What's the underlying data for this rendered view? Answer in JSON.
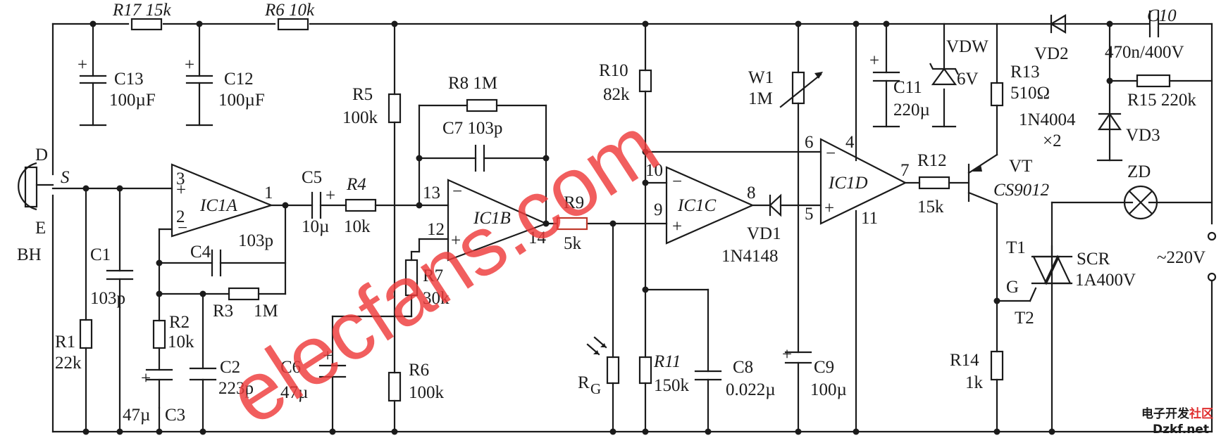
{
  "watermark": "elecfans.com",
  "corner_logo": {
    "line1_black": "电子开发",
    "line1_red": "社区",
    "line2": "Dzkf.net"
  },
  "labels": {
    "r17": "R17 15k",
    "r6_top": "R6 10k",
    "c13": "C13",
    "c13_val": "100µF",
    "c12": "C12",
    "c12_val": "100µF",
    "bh_d": "D",
    "bh_e": "E",
    "bh": "BH",
    "bh_s": "S",
    "r1": "R1",
    "r1_val": "22k",
    "c1": "C1",
    "c1_val": "103p",
    "ic1a": "IC1A",
    "ic1a_p3": "3",
    "ic1a_p2": "2",
    "ic1a_p1": "1",
    "c4": "C4",
    "c4_val": "103p",
    "r3": "R3",
    "r3_val": "1M",
    "r2": "R2",
    "r2_val": "10k",
    "c2": "C2",
    "c2_val": "223p",
    "c3": "C3",
    "c3_val": "47µ",
    "c5": "C5",
    "c5_val": "10µ",
    "r4": "R4",
    "r4_val": "10k",
    "r5": "R5",
    "r5_val": "100k",
    "r6_bot": "R6",
    "r6_bot_val": "100k",
    "c6": "C6",
    "c6_val": "47µ",
    "r7": "R7",
    "r7_val": "30k",
    "r8": "R8 1M",
    "c7": "C7 103p",
    "ic1b": "IC1B",
    "ic1b_p13": "13",
    "ic1b_p12": "12",
    "ic1b_p14": "14",
    "r9": "R9",
    "r9_val": "5k",
    "rg": "R",
    "rg_sub": "G",
    "r10": "R10",
    "r10_val": "82k",
    "r11": "R11",
    "r11_val": "150k",
    "c8": "C8",
    "c8_val": "0.022µ",
    "ic1c": "IC1C",
    "ic1c_p10": "10",
    "ic1c_p9": "9",
    "ic1c_p8": "8",
    "vd1": "VD1",
    "vd1_val": "1N4148",
    "w1": "W1",
    "w1_val": "1M",
    "c9": "C9",
    "c9_val": "100µ",
    "ic1d": "IC1D",
    "ic1d_p6": "6",
    "ic1d_p4": "4",
    "ic1d_p5": "5",
    "ic1d_p7": "7",
    "ic1d_p11": "11",
    "c11": "C11",
    "c11_val": "220µ",
    "vdw": "VDW",
    "vdw_val": "6V",
    "r12": "R12",
    "r12_val": "15k",
    "r13": "R13",
    "r13_val": "510Ω",
    "vt": "VT",
    "vt_val": "CS9012",
    "r14": "R14",
    "r14_val": "1k",
    "vd2": "VD2",
    "vd3": "VD3",
    "diode_type": "1N4004",
    "diode_qty": "×2",
    "c10": "C10",
    "c10_val": "470n/400V",
    "r15": "R15 220k",
    "zd": "ZD",
    "t1": "T1",
    "t2": "T2",
    "g": "G",
    "scr": "SCR",
    "scr_val": "1A400V",
    "mains": "~220V"
  }
}
